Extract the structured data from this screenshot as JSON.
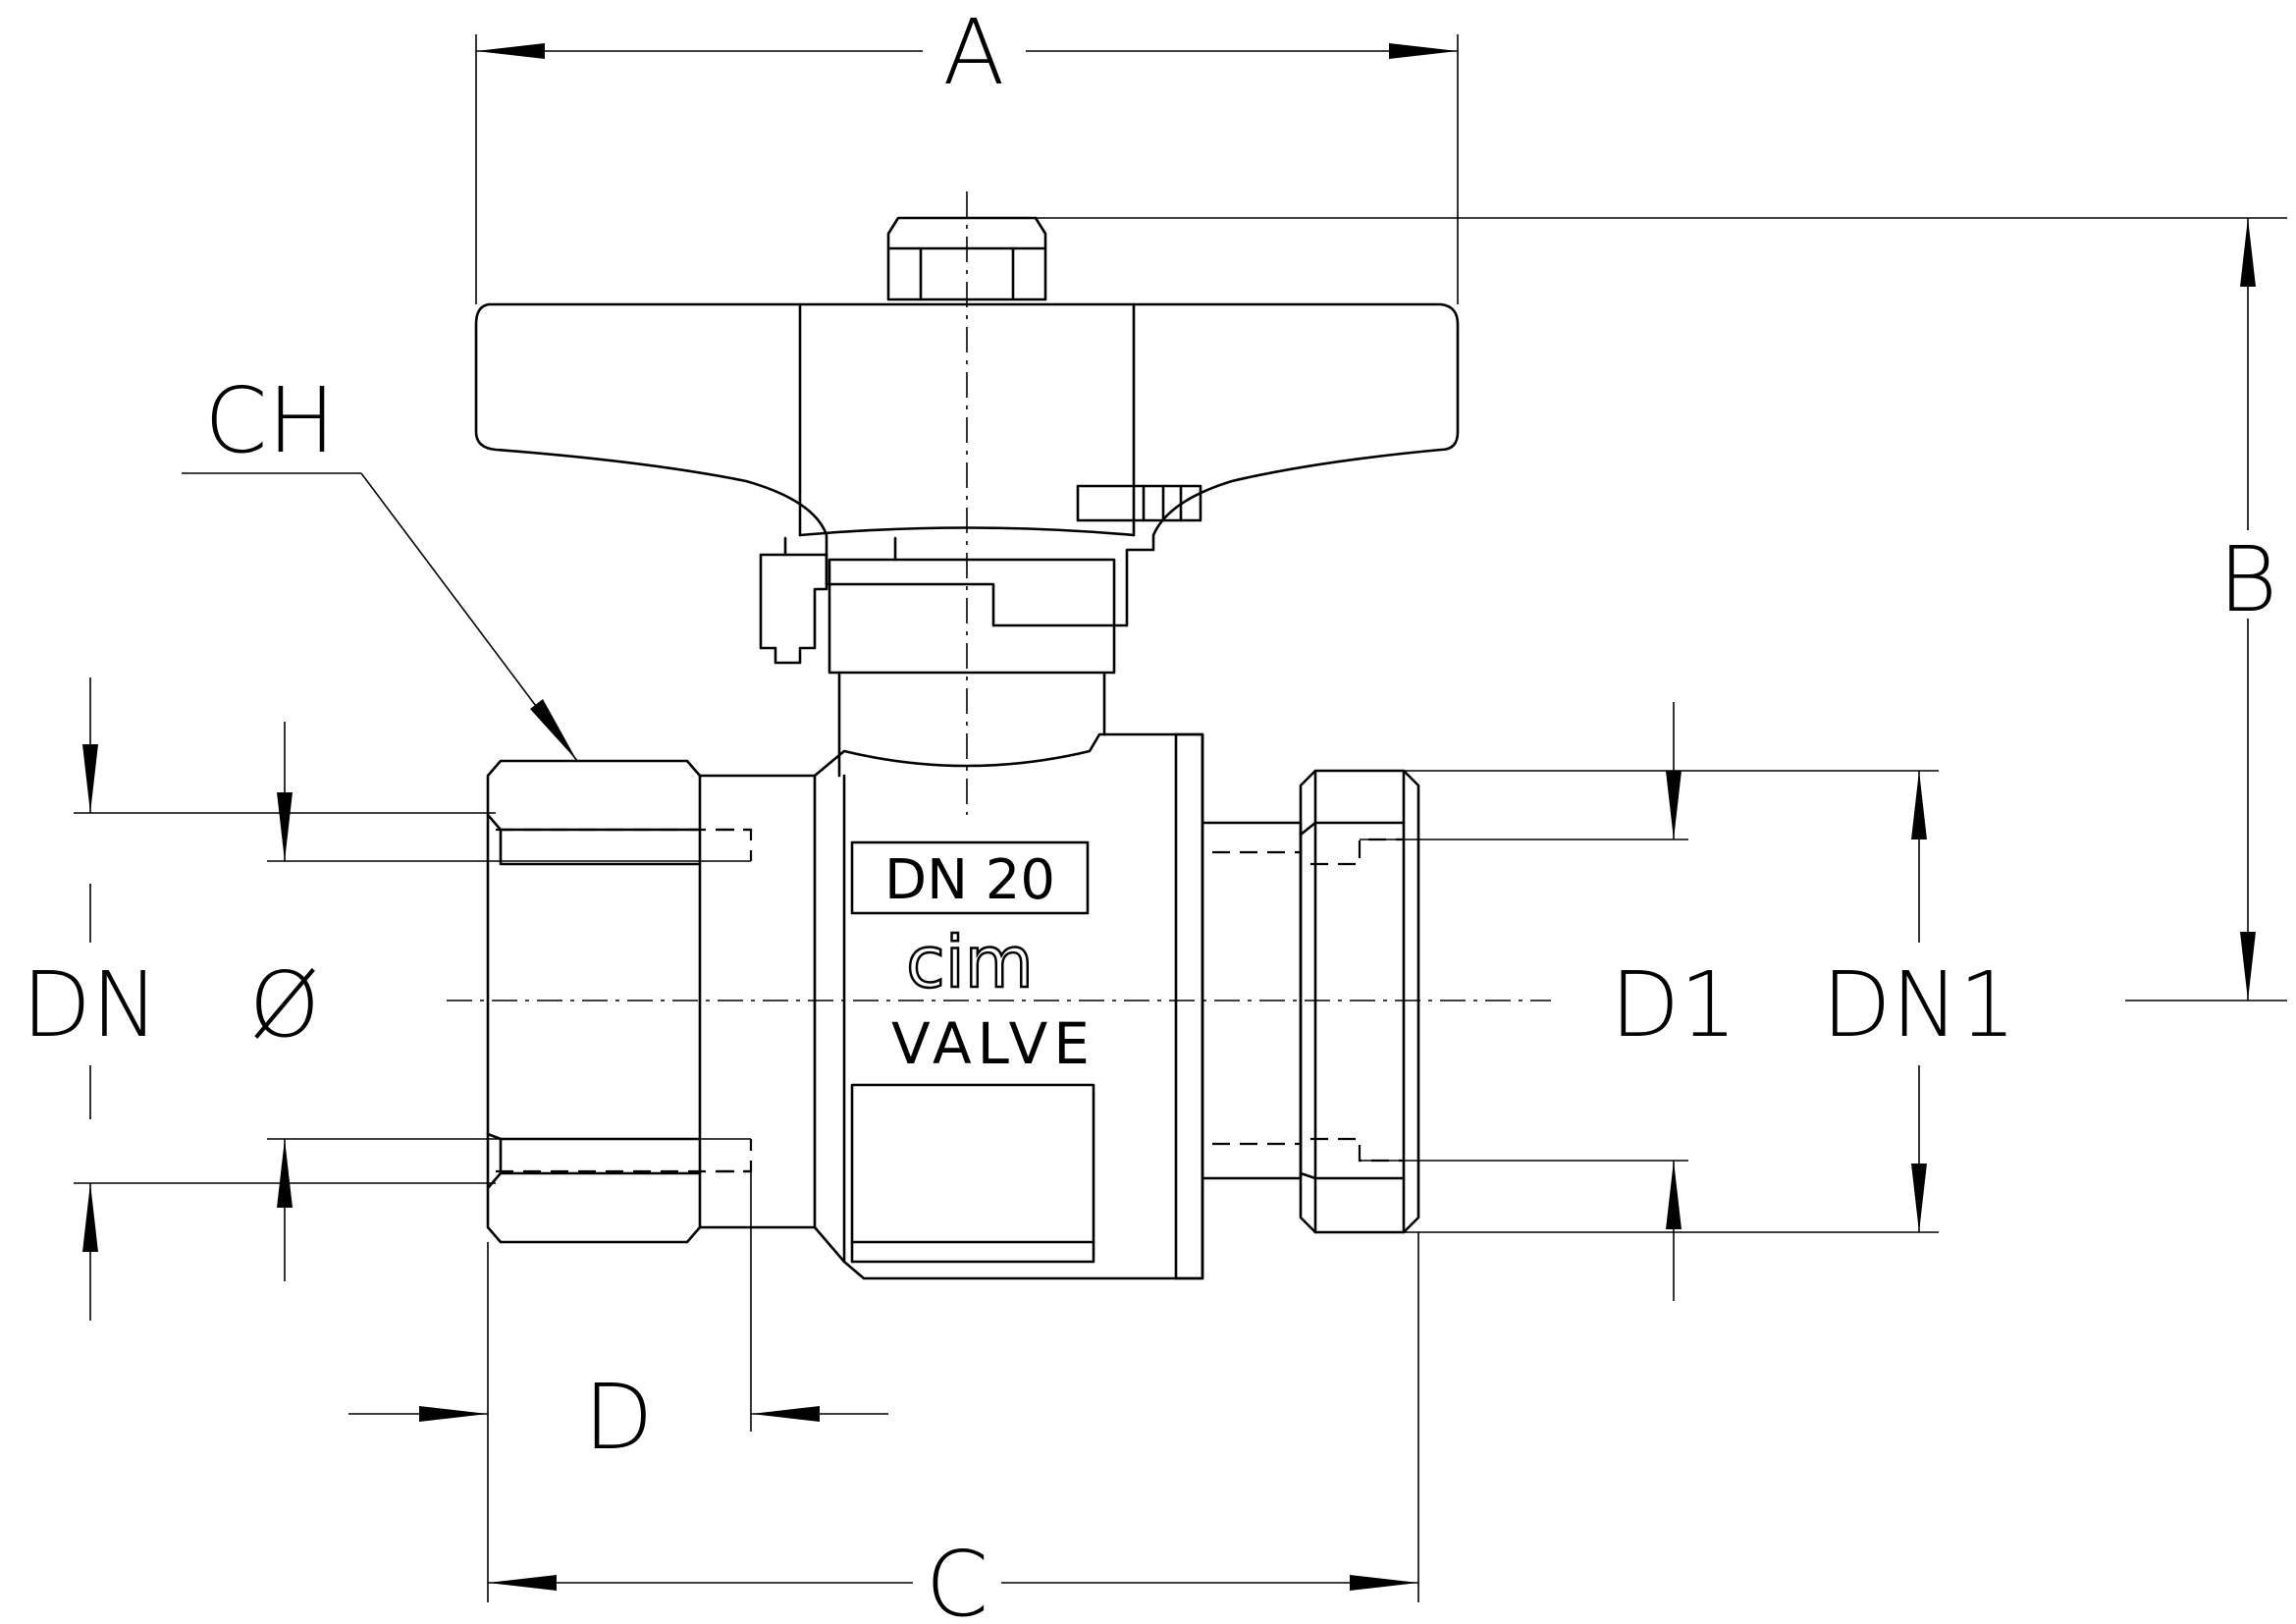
{
  "dimensions": {
    "a": "A",
    "b": "B",
    "c": "C",
    "d": "D",
    "ch": "CH",
    "dn": "DN",
    "phi": "Ø",
    "d1": "D1",
    "dn1": "DN1"
  },
  "body_marking": {
    "size": "DN 20",
    "brand": "cim",
    "word": "VALVE"
  }
}
